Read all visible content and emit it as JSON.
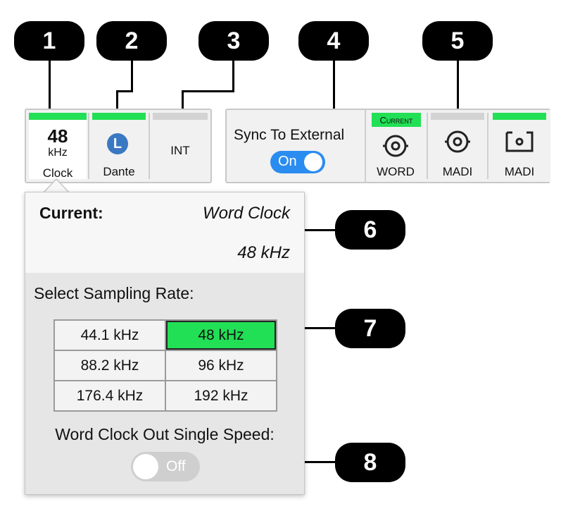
{
  "callouts": [
    "1",
    "2",
    "3",
    "4",
    "5",
    "6",
    "7",
    "8"
  ],
  "colors": {
    "active": "#22e055",
    "inactive": "#d3d3d3",
    "toggle_on": "#2b8cf0",
    "toggle_off": "#cfcfcf"
  },
  "clock_panel": {
    "clock": {
      "rate": "48",
      "unit": "kHz",
      "label": "Clock"
    },
    "dante": {
      "icon": "L",
      "label": "Dante"
    },
    "int": {
      "label": "INT"
    }
  },
  "sync_panel": {
    "label": "Sync To External",
    "toggle": "On",
    "sources": [
      {
        "badge": "Current",
        "label": "WORD",
        "icon": "bnc-connector-icon"
      },
      {
        "badge": "",
        "label": "MADI",
        "icon": "bnc-connector-icon"
      },
      {
        "badge": "",
        "label": "MADI",
        "icon": "optical-connector-icon"
      }
    ]
  },
  "popup": {
    "current_label": "Current:",
    "current_source": "Word Clock",
    "current_rate": "48 kHz",
    "select_label": "Select Sampling Rate:",
    "rates": [
      "44.1 kHz",
      "48 kHz",
      "88.2 kHz",
      "96 kHz",
      "176.4 kHz",
      "192 kHz"
    ],
    "selected_rate": "48 kHz",
    "wc_out_label": "Word Clock Out Single Speed:",
    "wc_out_toggle": "Off"
  }
}
